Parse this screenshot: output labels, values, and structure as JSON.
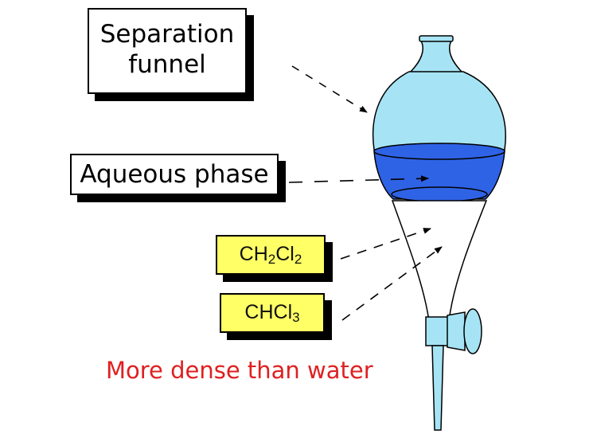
{
  "labels": {
    "separation_funnel_line1": "Separation",
    "separation_funnel_line2": "funnel",
    "aqueous_phase": "Aqueous phase",
    "dichloromethane": {
      "prefix": "CH",
      "sub1": "2",
      "mid": "Cl",
      "sub2": "2"
    },
    "chloroform": {
      "prefix": "CHCl",
      "sub1": "3"
    },
    "note": "More dense than water"
  },
  "colors": {
    "funnel_glass": "#a6e4f5",
    "aqueous_layer": "#2f63e6",
    "chem_box": "#ffff66",
    "note_text": "#e02020",
    "outline": "#000000"
  }
}
